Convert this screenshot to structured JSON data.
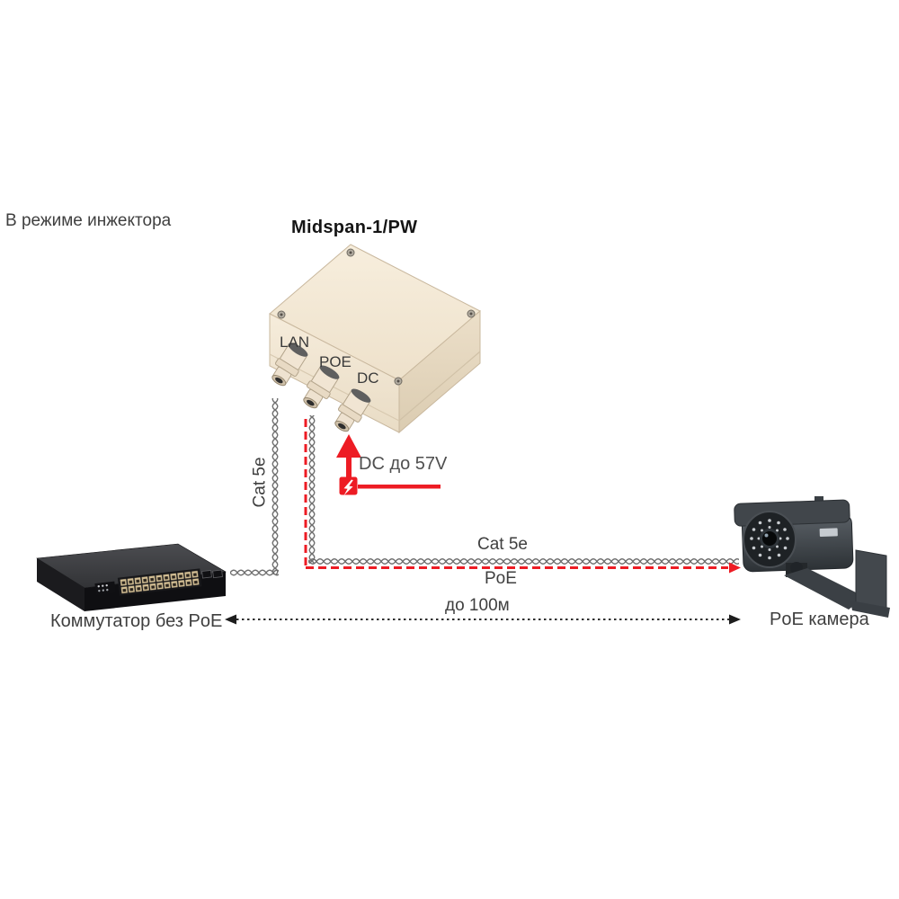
{
  "labels": {
    "mode": "В режиме инжектора",
    "device": "Midspan-1/PW",
    "port_lan": "LAN",
    "port_poe": "POE",
    "port_dc": "DC",
    "dc_power": "DC до 57V",
    "cable_vertical": "Cat 5e",
    "cable_horizontal": "Cat 5e",
    "poe_line": "PoE",
    "distance": "до 100м",
    "switch": "Коммутатор без PoE",
    "camera": "PoE камера"
  },
  "colors": {
    "accent_red": "#ed1c24",
    "cable_gray": "#6f6f6f",
    "text_gray": "#3f3f3f",
    "box_edge": "#c9b89e"
  }
}
